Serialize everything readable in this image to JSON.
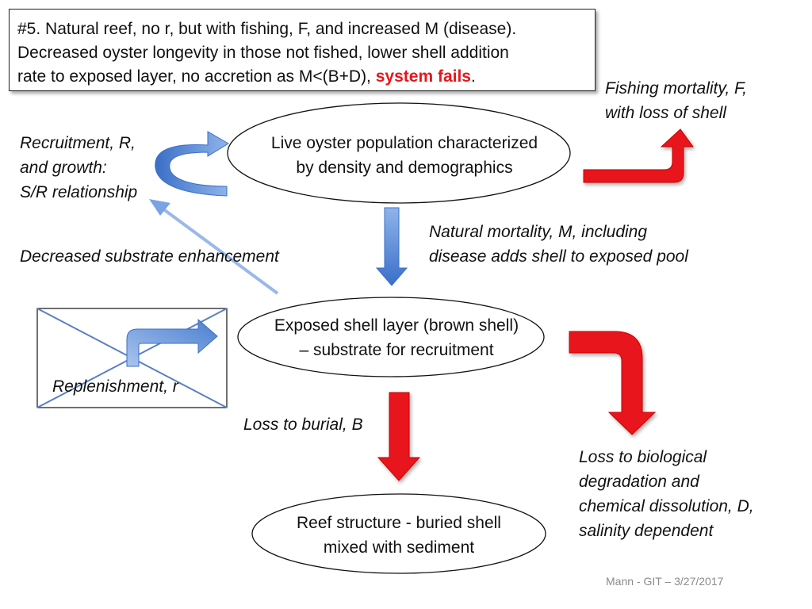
{
  "header": {
    "line1": "#5. Natural reef, no r, but with fishing, F, and increased M (disease).",
    "line2": "Decreased oyster longevity in those not fished, lower shell addition",
    "line3_pre": "rate to exposed layer, no accretion as M<(B+D), ",
    "line3_accent": "system fails",
    "line3_post": "."
  },
  "nodes": {
    "live": {
      "line1": "Live oyster population characterized",
      "line2": "by density and demographics"
    },
    "exposed": {
      "line1": "Exposed shell layer (brown shell)",
      "line2": "– substrate for recruitment"
    },
    "reef": {
      "line1": "Reef structure - buried shell",
      "line2": "mixed with sediment"
    }
  },
  "labels": {
    "recruitment": {
      "line1": "Recruitment, R,",
      "line2": "and growth:",
      "line3": "S/R relationship"
    },
    "fishing": {
      "line1": "Fishing mortality, F,",
      "line2": "with loss of shell"
    },
    "natural": {
      "line1": "Natural mortality, M, including",
      "line2": "disease adds shell to exposed pool"
    },
    "decreased": "Decreased substrate enhancement",
    "replenishment": "Replenishment, r",
    "burial": "Loss to burial, B",
    "loss": {
      "line1": "Loss to biological",
      "line2": "degradation and",
      "line3": "chemical dissolution, D,",
      "line4": "salinity dependent"
    }
  },
  "footer": "Mann - GIT – 3/27/2017",
  "colors": {
    "accent": "#e8161b",
    "blue": "#4a7fd0",
    "red": "#e8161b",
    "line": "#5b7fc4"
  }
}
